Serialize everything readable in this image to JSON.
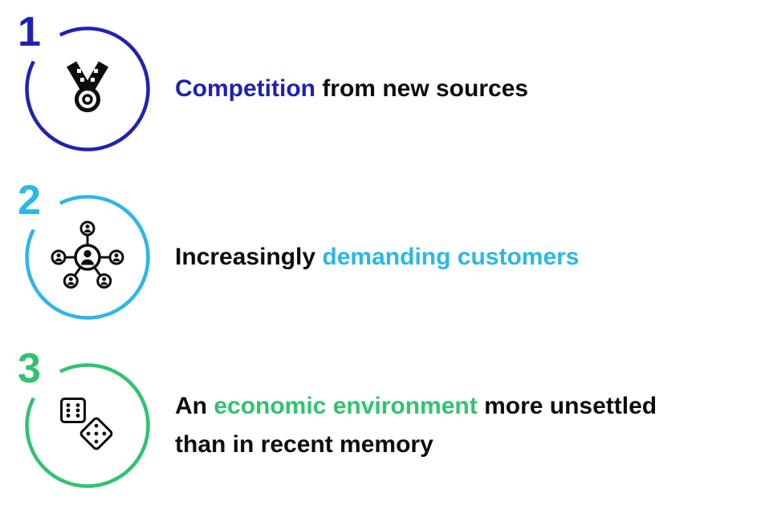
{
  "colors": {
    "background": "#ffffff",
    "text": "#0d0d0d",
    "item1_accent": "#1e22b4",
    "item2_accent": "#29b8e8",
    "item3_accent": "#2ec46f"
  },
  "items": [
    {
      "number": "1",
      "accent": "#1e22b4",
      "icon": "medal-icon",
      "segments": [
        {
          "text": "Competition",
          "color": "#1e22b4"
        },
        {
          "text": " from new sources",
          "color": "#0d0d0d"
        }
      ]
    },
    {
      "number": "2",
      "accent": "#29b8e8",
      "icon": "network-people-icon",
      "segments": [
        {
          "text": "Increasingly ",
          "color": "#0d0d0d"
        },
        {
          "text": "demanding customers",
          "color": "#29b8e8"
        }
      ]
    },
    {
      "number": "3",
      "accent": "#2ec46f",
      "icon": "dice-icon",
      "segments": [
        {
          "text": "An ",
          "color": "#0d0d0d"
        },
        {
          "text": "economic environment",
          "color": "#2ec46f"
        },
        {
          "text": " more unsettled than in recent memory",
          "color": "#0d0d0d"
        }
      ]
    }
  ]
}
